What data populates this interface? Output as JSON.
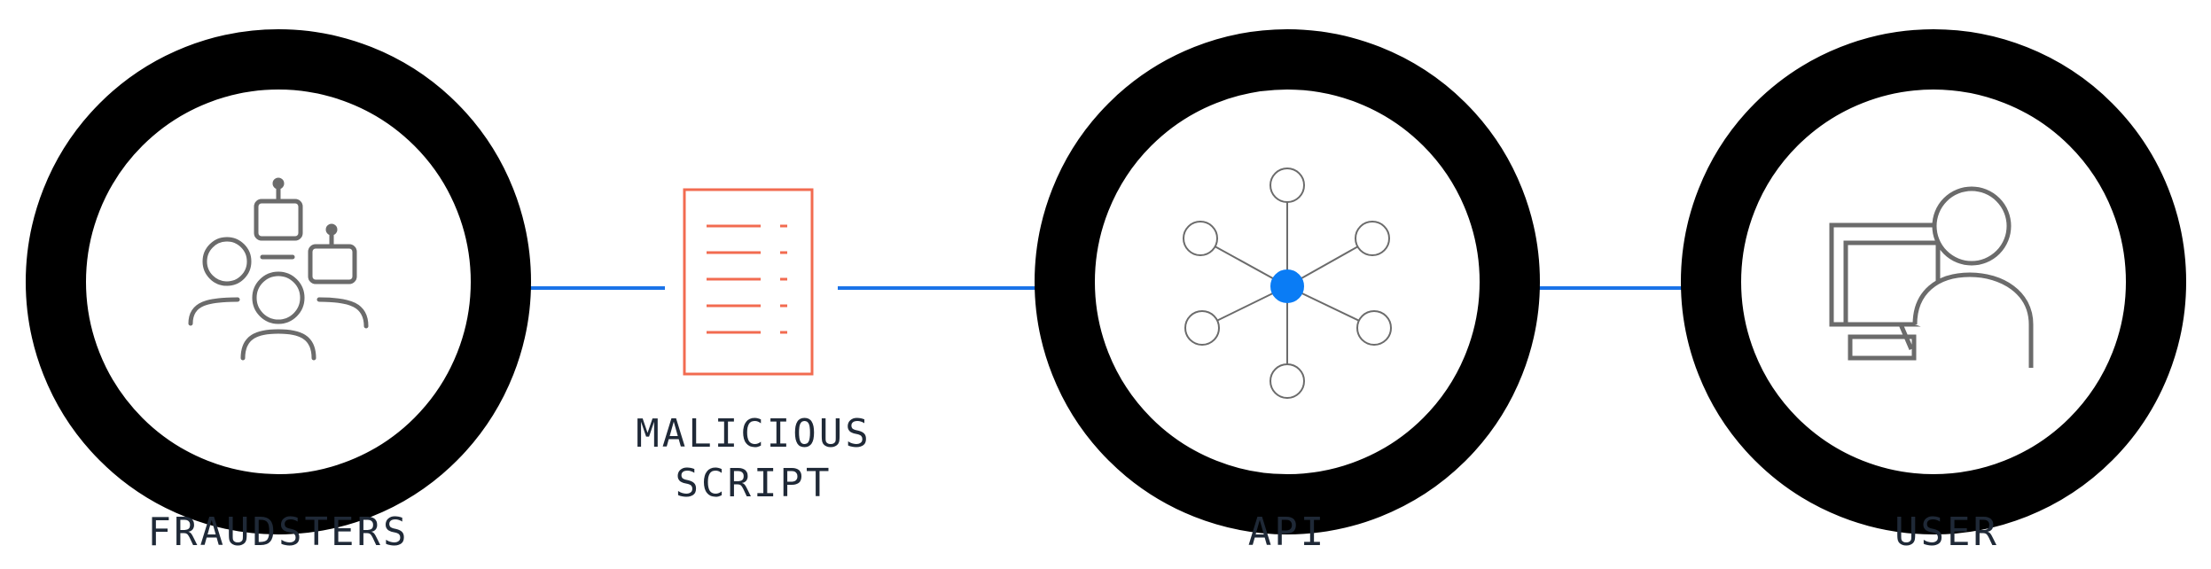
{
  "nodes": {
    "fraudsters": {
      "label": "FRAUDSTERS",
      "icon": "fraudsters-group-icon"
    },
    "script": {
      "label_line1": "MALICIOUS",
      "label_line2": "SCRIPT",
      "icon": "document-icon"
    },
    "api": {
      "label": "API",
      "icon": "network-hub-icon"
    },
    "user": {
      "label": "USER",
      "icon": "user-computer-icon"
    }
  },
  "colors": {
    "ring": "#000000",
    "arrow": "#1a73e8",
    "hub": "#0a7cf5",
    "icon_gray": "#6b6b6b",
    "document": "#f26b50",
    "label": "#1f2937"
  }
}
